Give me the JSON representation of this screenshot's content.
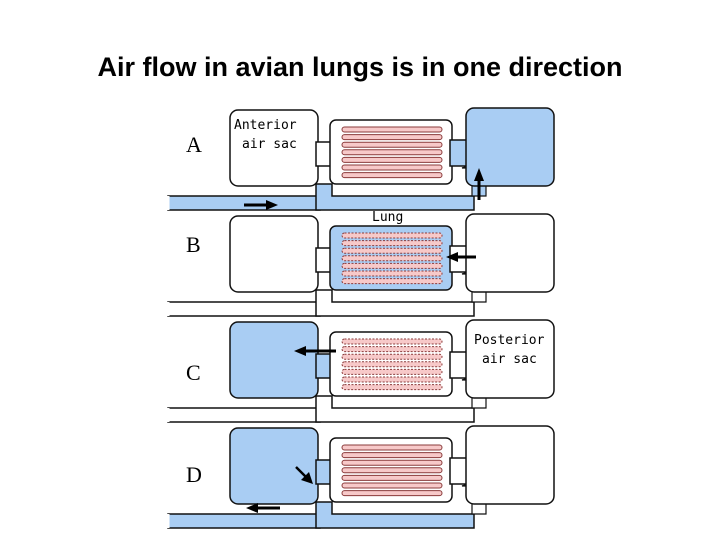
{
  "title": "Air flow in avian lungs is in one direction",
  "colors": {
    "air": "#a9cdf3",
    "airway_stroke": "#1e5aa5",
    "lung_tube_fill": "#f7c9c9",
    "lung_tube_stroke": "#8a3b3b",
    "outline": "#111111"
  },
  "panels": [
    {
      "letter": "A",
      "anterior_filled": false,
      "lung_filled": false,
      "posterior_filled": true,
      "trachea_filled": true,
      "tubes_hatched": false
    },
    {
      "letter": "B",
      "anterior_filled": false,
      "lung_filled": true,
      "posterior_filled": false,
      "trachea_filled": false,
      "tubes_hatched": true
    },
    {
      "letter": "C",
      "anterior_filled": true,
      "lung_filled": false,
      "posterior_filled": false,
      "trachea_filled": false,
      "tubes_hatched": true
    },
    {
      "letter": "D",
      "anterior_filled": true,
      "lung_filled": false,
      "posterior_filled": false,
      "trachea_filled": true,
      "tubes_hatched": false
    }
  ],
  "labels": {
    "anterior_line1": "Anterior",
    "anterior_line2": "air sac",
    "lung": "Lung",
    "posterior_line1": "Posterior",
    "posterior_line2": "air sac"
  }
}
